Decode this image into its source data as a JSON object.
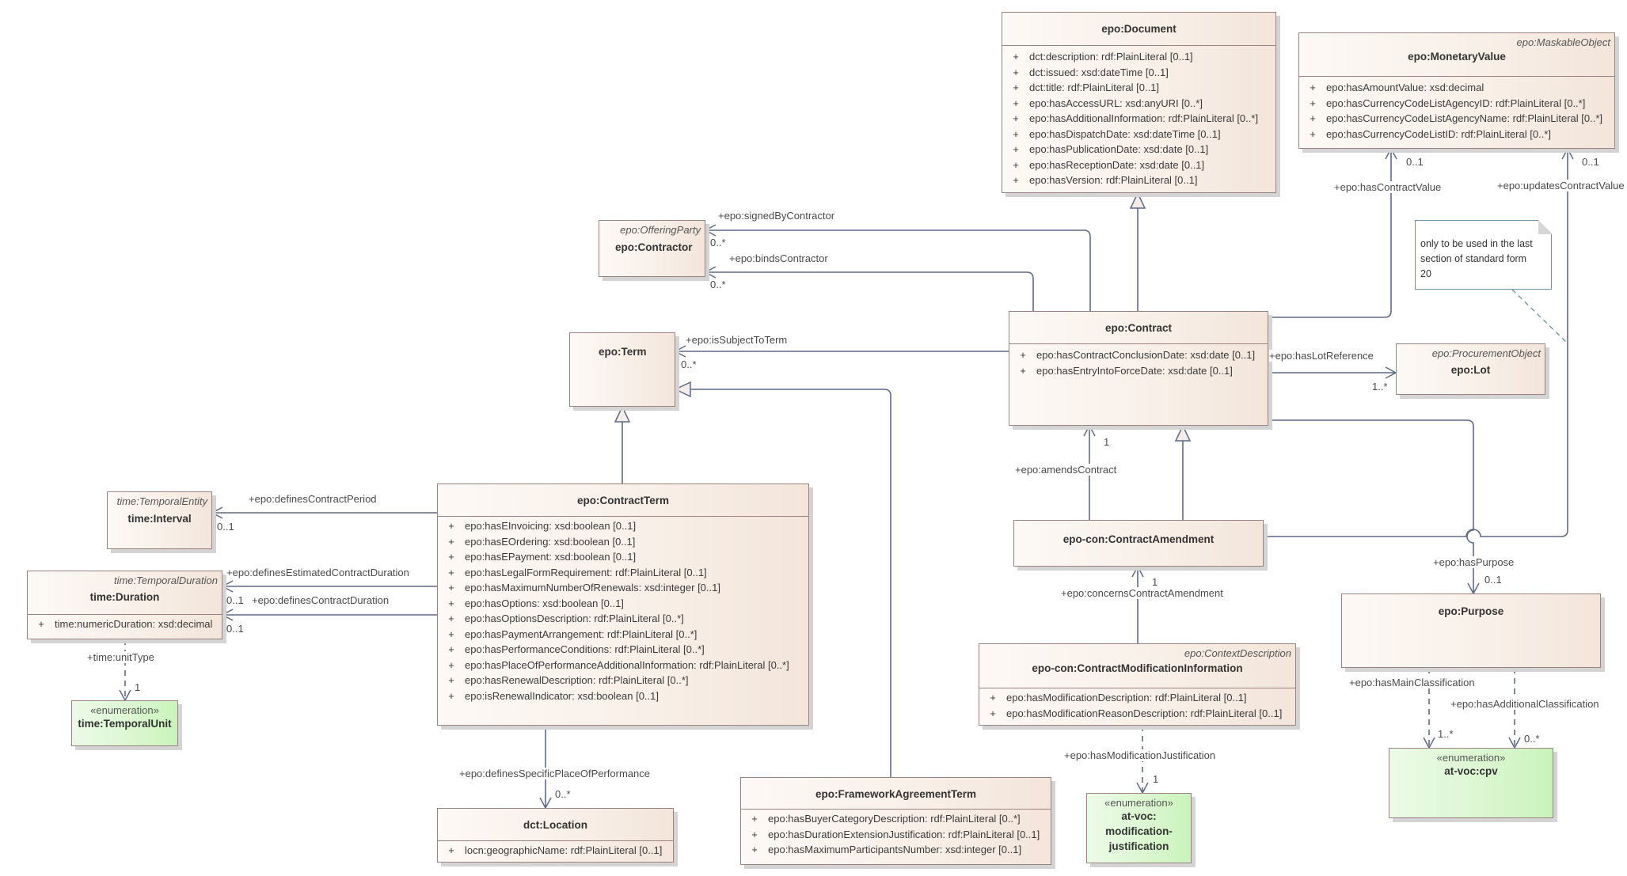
{
  "classes": {
    "document": {
      "name": "epo:Document",
      "attributes": [
        "dct:description: rdf:PlainLiteral [0..1]",
        "dct:issued: xsd:dateTime [0..1]",
        "dct:title: rdf:PlainLiteral [0..1]",
        "epo:hasAccessURL: xsd:anyURI [0..*]",
        "epo:hasAdditionalInformation: rdf:PlainLiteral [0..*]",
        "epo:hasDispatchDate: xsd:dateTime [0..1]",
        "epo:hasPublicationDate: xsd:date [0..1]",
        "epo:hasReceptionDate: xsd:date [0..1]",
        "epo:hasVersion: rdf:PlainLiteral [0..1]"
      ]
    },
    "monetary_value": {
      "stereotype": "epo:MaskableObject",
      "name": "epo:MonetaryValue",
      "attributes": [
        "epo:hasAmountValue: xsd:decimal",
        "epo:hasCurrencyCodeListAgencyID: rdf:PlainLiteral [0..*]",
        "epo:hasCurrencyCodeListAgencyName: rdf:PlainLiteral [0..*]",
        "epo:hasCurrencyCodeListID: rdf:PlainLiteral [0..*]"
      ]
    },
    "contractor": {
      "stereotype": "epo:OfferingParty",
      "name": "epo:Contractor"
    },
    "term": {
      "name": "epo:Term"
    },
    "contract": {
      "name": "epo:Contract",
      "attributes": [
        "epo:hasContractConclusionDate: xsd:date [0..1]",
        "epo:hasEntryIntoForceDate: xsd:date [0..1]"
      ]
    },
    "lot": {
      "stereotype": "epo:ProcurementObject",
      "name": "epo:Lot"
    },
    "interval": {
      "stereotype": "time:TemporalEntity",
      "name": "time:Interval"
    },
    "duration": {
      "stereotype": "time:TemporalDuration",
      "name": "time:Duration",
      "attributes": [
        "time:numericDuration: xsd:decimal"
      ]
    },
    "temporal_unit": {
      "stereotype": "«enumeration»",
      "name": "time:TemporalUnit"
    },
    "contract_term": {
      "name": "epo:ContractTerm",
      "attributes": [
        "epo:hasEInvoicing: xsd:boolean [0..1]",
        "epo:hasEOrdering: xsd:boolean [0..1]",
        "epo:hasEPayment: xsd:boolean [0..1]",
        "epo:hasLegalFormRequirement: rdf:PlainLiteral [0..1]",
        "epo:hasMaximumNumberOfRenewals: xsd:integer [0..1]",
        "epo:hasOptions: xsd:boolean [0..1]",
        "epo:hasOptionsDescription: rdf:PlainLiteral [0..*]",
        "epo:hasPaymentArrangement: rdf:PlainLiteral [0..*]",
        "epo:hasPerformanceConditions: rdf:PlainLiteral [0..*]",
        "epo:hasPlaceOfPerformanceAdditionalInformation: rdf:PlainLiteral [0..*]",
        "epo:hasRenewalDescription: rdf:PlainLiteral [0..*]",
        "epo:isRenewalIndicator: xsd:boolean [0..1]"
      ]
    },
    "location": {
      "name": "dct:Location",
      "attributes": [
        "locn:geographicName: rdf:PlainLiteral [0..1]"
      ]
    },
    "framework_agreement_term": {
      "name": "epo:FrameworkAgreementTerm",
      "attributes": [
        "epo:hasBuyerCategoryDescription: rdf:PlainLiteral [0..*]",
        "epo:hasDurationExtensionJustification: rdf:PlainLiteral [0..1]",
        "epo:hasMaximumParticipantsNumber: xsd:integer [0..1]"
      ]
    },
    "contract_amendment": {
      "name": "epo-con:ContractAmendment"
    },
    "contract_modification_information": {
      "stereotype": "epo:ContextDescription",
      "name": "epo-con:ContractModificationInformation",
      "attributes": [
        "epo:hasModificationDescription: rdf:PlainLiteral [0..1]",
        "epo:hasModificationReasonDescription: rdf:PlainLiteral [0..1]"
      ]
    },
    "modification_justification": {
      "stereotype": "«enumeration»",
      "name_lines": [
        "at-voc:",
        "modification-",
        "justification"
      ]
    },
    "purpose": {
      "name": "epo:Purpose"
    },
    "cpv": {
      "stereotype": "«enumeration»",
      "name": "at-voc:cpv"
    }
  },
  "note": {
    "lines": [
      "only to be used in the last",
      "section of standard form",
      "20"
    ]
  },
  "attribute_prefix": "+",
  "associations": {
    "signed_by_contractor": {
      "role": "+epo:signedByContractor",
      "multiplicity": "0..*"
    },
    "binds_contractor": {
      "role": "+epo:bindsContractor",
      "multiplicity": "0..*"
    },
    "is_subject_to_term": {
      "role": "+epo:isSubjectToTerm",
      "multiplicity": "0..*"
    },
    "has_contract_value": {
      "role": "+epo:hasContractValue",
      "multiplicity": "0..1"
    },
    "updates_contract_value": {
      "role": "+epo:updatesContractValue",
      "multiplicity": "0..1"
    },
    "has_lot_reference": {
      "role": "+epo:hasLotReference",
      "multiplicity": "1..*"
    },
    "amends_contract": {
      "role": "+epo:amendsContract",
      "multiplicity": "1"
    },
    "concerns_contract_amendment": {
      "role": "+epo:concernsContractAmendment",
      "multiplicity": "1"
    },
    "has_modification_justification": {
      "role": "+epo:hasModificationJustification",
      "multiplicity": "1"
    },
    "has_purpose": {
      "role": "+epo:hasPurpose",
      "multiplicity": "0..1"
    },
    "has_main_classification": {
      "role": "+epo:hasMainClassification",
      "multiplicity": "1..*"
    },
    "has_additional_classification": {
      "role": "+epo:hasAdditionalClassification",
      "multiplicity": "0..*"
    },
    "defines_contract_period": {
      "role": "+epo:definesContractPeriod",
      "multiplicity": "0..1"
    },
    "defines_estimated_contract_duration": {
      "role": "+epo:definesEstimatedContractDuration",
      "multiplicity": "0..1"
    },
    "defines_contract_duration": {
      "role": "+epo:definesContractDuration",
      "multiplicity": "0..1"
    },
    "unit_type": {
      "role": "+time:unitType",
      "multiplicity": "1"
    },
    "defines_specific_place_of_performance": {
      "role": "+epo:definesSpecificPlaceOfPerformance",
      "multiplicity": "0..*"
    }
  },
  "colors": {
    "connector": "#5e6a85",
    "class_border": "#9c8282",
    "class_fill": "#f8efe7",
    "enum_fill": "#dcf7d2",
    "note_border": "#6f94a6"
  }
}
